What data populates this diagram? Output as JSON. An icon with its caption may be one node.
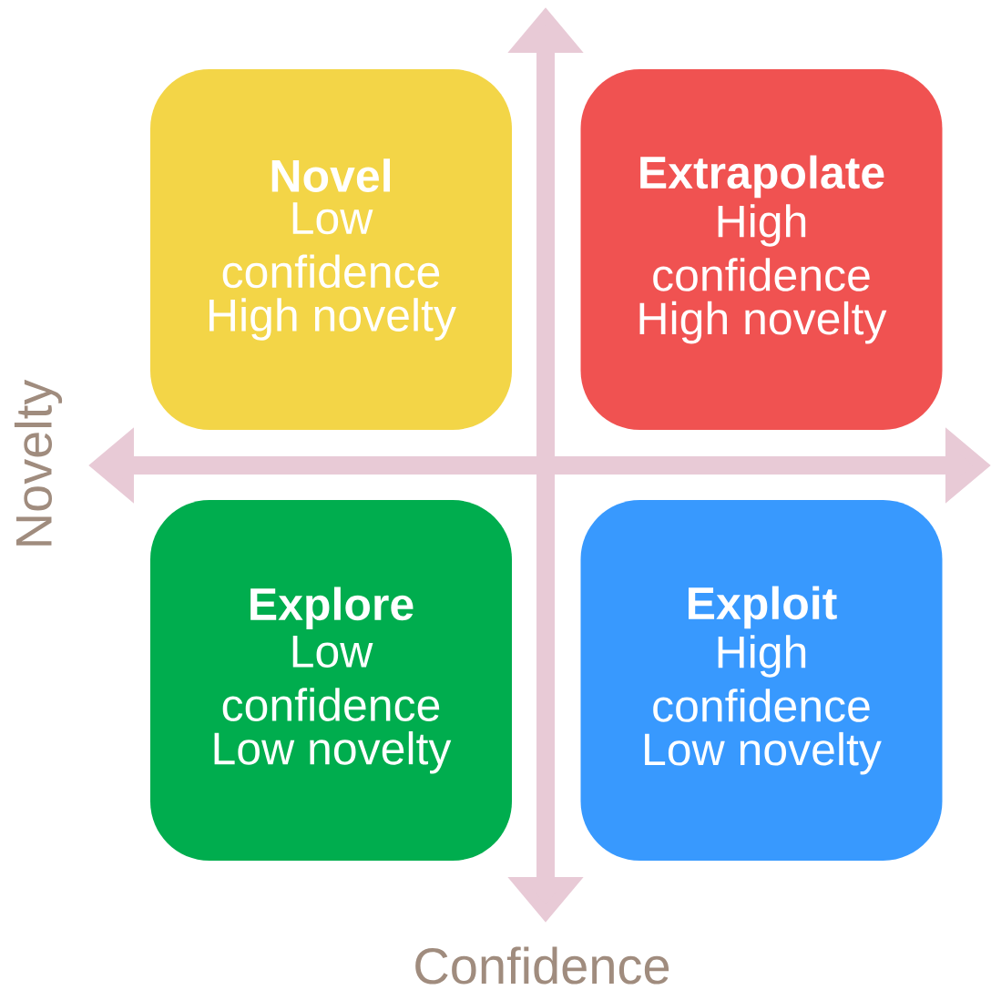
{
  "diagram": {
    "nodes": [
      {
        "text": [
          "Novel",
          "Low confidence",
          "High novelty"
        ]
      },
      {
        "text": [
          "Extrapolate",
          "High confidence",
          "High novelty"
        ]
      },
      {
        "text": [
          "Explore",
          "Low confidence",
          "Low novelty"
        ]
      },
      {
        "text": [
          "Exploit",
          "High confidence",
          "Low novelty"
        ]
      }
    ],
    "labels": [
      "Novelty",
      "Confidence"
    ]
  }
}
